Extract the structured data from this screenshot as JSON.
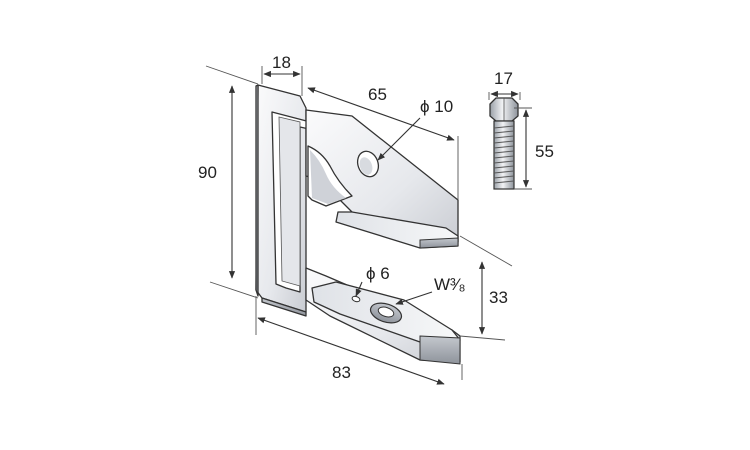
{
  "dimensions": {
    "slot_width": "18",
    "upper_length": "65",
    "hole_diameter": "ϕ 10",
    "height": "90",
    "bolt_head": "17",
    "bolt_length": "55",
    "small_hole": "ϕ 6",
    "thread": "W³⁄₈",
    "lower_height": "33",
    "base_length": "83"
  },
  "colors": {
    "metal_light": "#f4f5f7",
    "metal_mid": "#d9dce2",
    "metal_dark": "#a9adb5",
    "outline": "#333333"
  }
}
